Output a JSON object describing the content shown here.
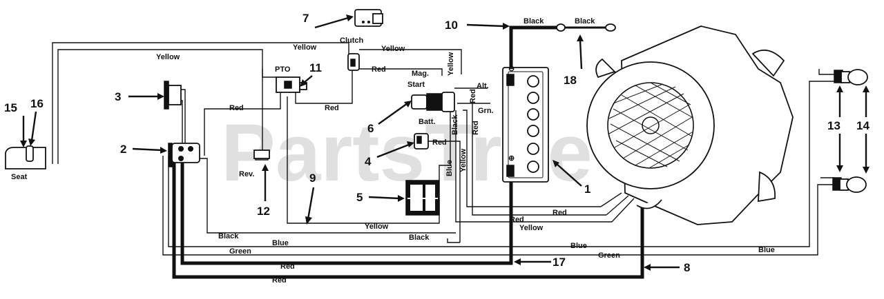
{
  "watermark": "PartsTree",
  "wire_labels": {
    "yellow_top_left": "Yellow",
    "yellow_top_mid": "Yellow",
    "clutch": "Clutch",
    "yellow_top_right": "Yellow",
    "yellow_vertical": "Yellow",
    "pto": "PTO",
    "red_pto_1": "Red",
    "red_pto_2": "Red",
    "red_clutch": "Red",
    "mag": "Mag.",
    "start": "Start",
    "alt": "Alt.",
    "batt": "Batt.",
    "grn": "Grn.",
    "red_vert_1": "Red",
    "red_vert_2": "Red",
    "black_vertical": "Black",
    "red_switch4": "Red",
    "blue_vertical": "Blue",
    "yellow_vertical_2": "Yellow",
    "black_top_1": "Black",
    "black_top_2": "Black",
    "rev": "Rev.",
    "seat": "Seat",
    "red_right_1": "Red",
    "red_right_2": "Red",
    "yellow_right": "Yellow",
    "yellow_bottom": "Yellow",
    "black_left": "Black",
    "black_bottom": "Black",
    "blue_left": "Blue",
    "blue_right_1": "Blue",
    "blue_right_2": "Blue",
    "green_left": "Green",
    "green_right": "Green",
    "red_bottom_1": "Red",
    "red_bottom_2": "Red"
  },
  "callouts": {
    "n1": "1",
    "n2": "2",
    "n3": "3",
    "n4": "4",
    "n5": "5",
    "n6": "6",
    "n7": "7",
    "n8": "8",
    "n9": "9",
    "n10": "10",
    "n11": "11",
    "n12": "12",
    "n13": "13",
    "n14": "14",
    "n15": "15",
    "n16": "16",
    "n17": "17",
    "n18": "18"
  },
  "battery_terminals": {
    "negative": "⊖",
    "positive": "⊕"
  }
}
